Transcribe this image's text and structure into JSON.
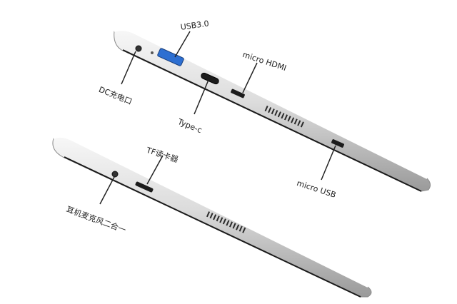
{
  "labels": {
    "usb30": "USB3.0",
    "micro_hdmi": "micro HDMI",
    "dc_port": "DC充电口",
    "type_c": "Type-c",
    "micro_usb": "micro USB",
    "tf_slot": "TF读卡器",
    "headset": "耳机麦克风二合一"
  }
}
